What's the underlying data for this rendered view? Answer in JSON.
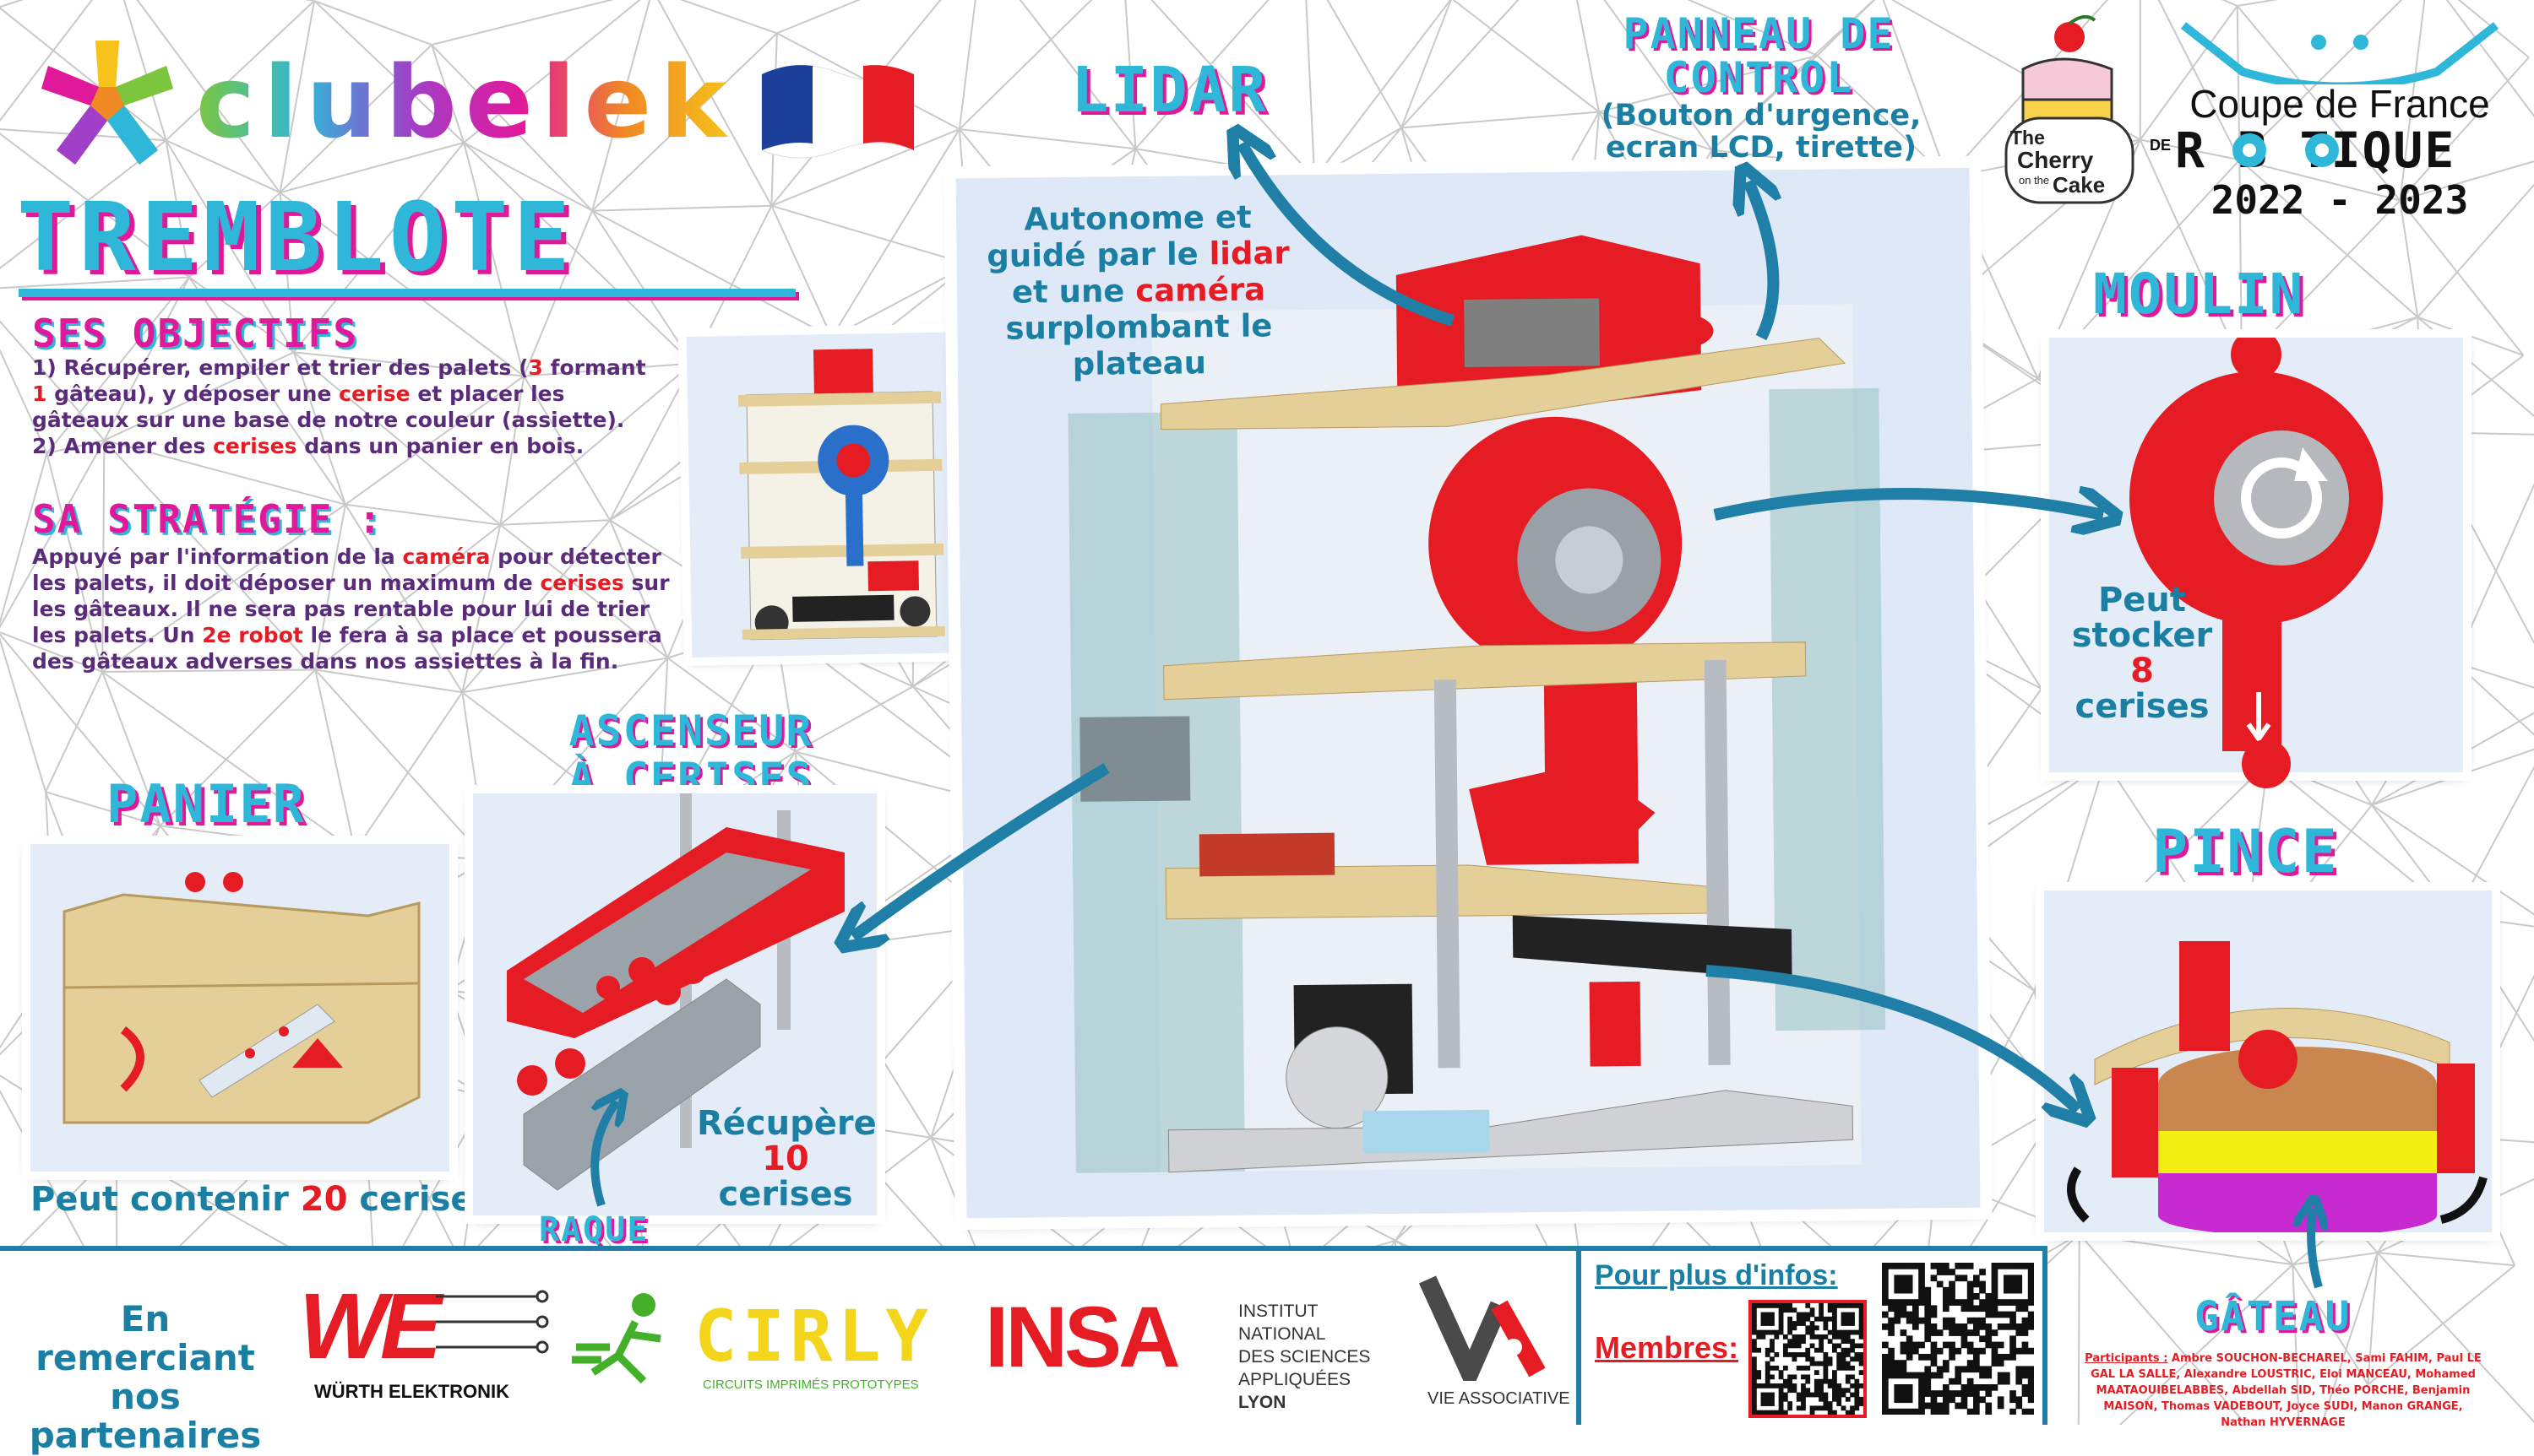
{
  "brand": {
    "name": "clubelek",
    "robot_name": "TREMBLOTE"
  },
  "objectives": {
    "title": "SES OBJECTIFS",
    "line1_a": "1) Récupérer, empiler et trier des palets (",
    "line1_num3": "3",
    "line1_b": " formant ",
    "line1_num1": "1",
    "line1_c": " gâteau), y déposer une ",
    "line1_cerise": "cerise",
    "line1_d": " et placer les gâteaux sur une base de notre couleur (assiette).",
    "line2_a": "2) Amener des ",
    "line2_cerises": "cerises",
    "line2_b": " dans un panier en bois."
  },
  "strategy": {
    "title": "SA STRATÉGIE :",
    "a": "Appuyé par l'information de la ",
    "camera": "caméra",
    "b": " pour détecter les palets, il doit déposer un maximum de ",
    "cerises": "cerises",
    "c": " sur les gâteaux. Il ne sera pas rentable pour lui de trier les palets. Un ",
    "robot2": "2e robot",
    "d": " le fera à sa place et poussera des gâteaux adverses dans nos assiettes à la fin."
  },
  "lidar": {
    "title": "LIDAR"
  },
  "center_note": {
    "a": "Autonome et guidé par le ",
    "lidar": "lidar",
    "b": " et une ",
    "camera": "caméra",
    "c": " surplombant le plateau"
  },
  "control_panel": {
    "title_l1": "PANNEAU DE",
    "title_l2": "CONTROL",
    "desc_l1": "(Bouton d'urgence,",
    "desc_l2": "ecran LCD, tirette)"
  },
  "event": {
    "logo_the": "The",
    "logo_cherry": "Cherry",
    "logo_on_the": "on the",
    "logo_cake": "Cake",
    "coupe": "Coupe de France",
    "de": "DE",
    "robotique": "R  B  TIQUE",
    "years": "2022 - 2023"
  },
  "moulin": {
    "title": "MOULIN",
    "l1": "Peut",
    "l2": "stocker",
    "count": "8",
    "l3": "cerises"
  },
  "panier": {
    "title": "PANIER",
    "a": "Peut contenir ",
    "count": "20",
    "b": " cerises"
  },
  "ascenseur": {
    "title_l1": "ASCENSEUR",
    "title_l2": "À CERISES",
    "l1": "Récupère",
    "count": "10",
    "l2": "cerises",
    "raque": "RAQUE"
  },
  "pince": {
    "title": "PINCE",
    "gateau": "GÂTEAU",
    "participants_label": "Participants :",
    "participants": "Ambre SOUCHON-BECHAREL, Sami FAHIM, Paul LE GAL LA SALLE, Alexandre LOUSTRIC, Eloi MANCEAU, Mohamed MAATAOUIBELABBES, Abdellah SID, Théo PORCHE, Benjamin MAISON, Thomas VADEBOUT, Joyce SUDI, Manon GRANGE, Nathan HYVERNAGE"
  },
  "footer": {
    "thanks_l1": "En remerciant",
    "thanks_l2": "nos partenaires",
    "we_logo": "WE",
    "wurth": "WÜRTH ELEKTRONIK",
    "cirly": "CIRLY",
    "cirly_sub": "CIRCUITS IMPRIMÉS PROTOTYPES",
    "insa": "INSA",
    "insa_l1": "INSTITUT NATIONAL",
    "insa_l2": "DES SCIENCES",
    "insa_l3": "APPLIQUÉES",
    "insa_l4": "LYON",
    "va": "VA",
    "va_sub": "VIE ASSOCIATIVE",
    "infos": "Pour plus d'infos:",
    "membres": "Membres:"
  },
  "colors": {
    "accent_cyan": "#2fb7d9",
    "accent_magenta": "#e0199b",
    "cherry_red": "#e51c23",
    "arrow_blue": "#1f7fa6",
    "footer_border": "#1f7fa6"
  }
}
